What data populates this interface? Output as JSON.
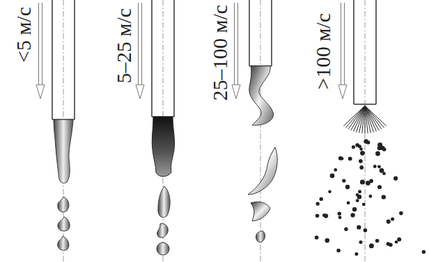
{
  "diagram": {
    "labels": [
      "<5 м/с",
      "5–25 м/с",
      "25–100 м/с",
      ">100 м/с"
    ]
  }
}
